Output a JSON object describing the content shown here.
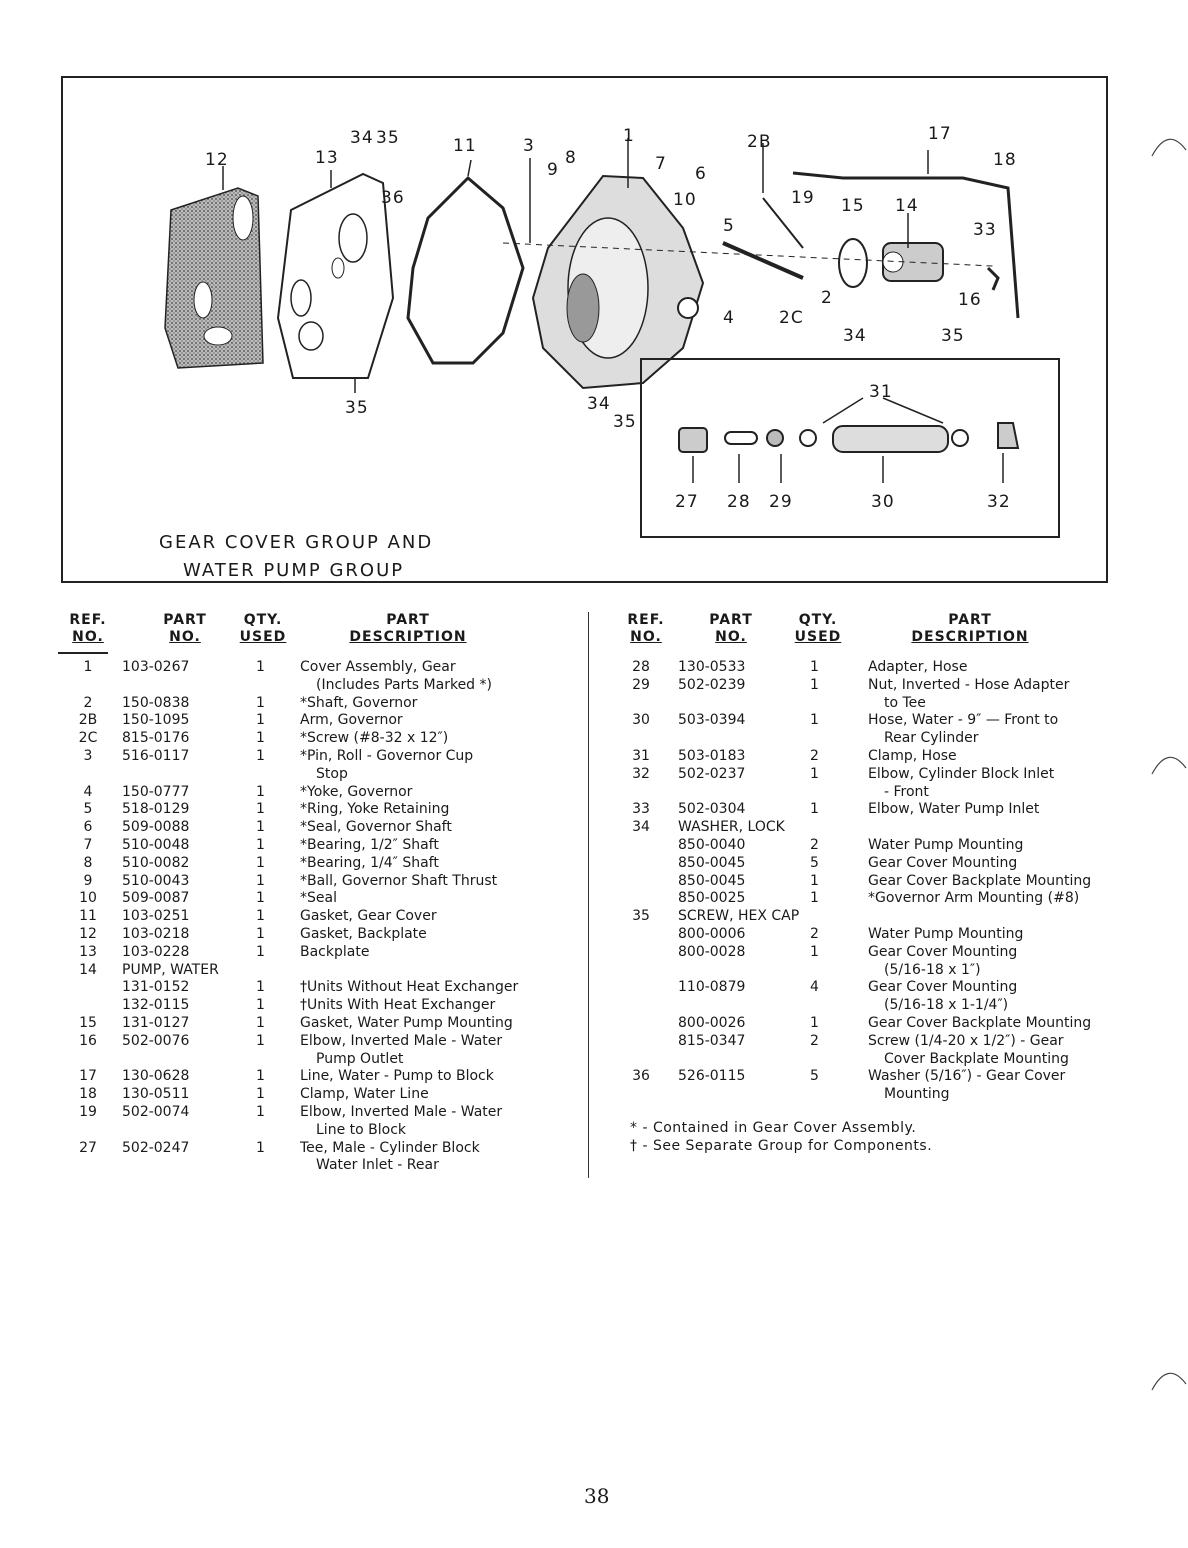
{
  "figure": {
    "title_line1": "GEAR COVER GROUP AND",
    "title_line2": "WATER PUMP GROUP",
    "callouts": [
      "12",
      "13",
      "34",
      "35",
      "11",
      "3",
      "9",
      "8",
      "1",
      "7",
      "6",
      "10",
      "2B",
      "19",
      "17",
      "18",
      "15",
      "14",
      "33",
      "5",
      "2",
      "2C",
      "4",
      "16",
      "34",
      "35",
      "36",
      "35",
      "34",
      "35",
      "31",
      "27",
      "28",
      "29",
      "30",
      "32"
    ]
  },
  "table_headers": {
    "ref_top": "REF.",
    "ref_bottom": "NO.",
    "part_top": "PART",
    "part_bottom": "NO.",
    "qty_top": "QTY.",
    "qty_bottom": "USED",
    "desc_top": "PART",
    "desc_bottom": "DESCRIPTION"
  },
  "left_rows": [
    {
      "ref": "1",
      "part": "103-0267",
      "qty": "1",
      "desc": "Cover Assembly, Gear"
    },
    {
      "ref": "",
      "part": "",
      "qty": "",
      "desc": "(Includes Parts Marked *)"
    },
    {
      "ref": "2",
      "part": "150-0838",
      "qty": "1",
      "desc": "*Shaft, Governor"
    },
    {
      "ref": "2B",
      "part": "150-1095",
      "qty": "1",
      "desc": "Arm, Governor"
    },
    {
      "ref": "2C",
      "part": "815-0176",
      "qty": "1",
      "desc": "*Screw (#8-32 x 12″)"
    },
    {
      "ref": "3",
      "part": "516-0117",
      "qty": "1",
      "desc": "*Pin, Roll - Governor Cup"
    },
    {
      "ref": "",
      "part": "",
      "qty": "",
      "desc": "Stop"
    },
    {
      "ref": "4",
      "part": "150-0777",
      "qty": "1",
      "desc": "*Yoke, Governor"
    },
    {
      "ref": "5",
      "part": "518-0129",
      "qty": "1",
      "desc": "*Ring, Yoke Retaining"
    },
    {
      "ref": "6",
      "part": "509-0088",
      "qty": "1",
      "desc": "*Seal, Governor Shaft"
    },
    {
      "ref": "7",
      "part": "510-0048",
      "qty": "1",
      "desc": "*Bearing, 1/2″ Shaft"
    },
    {
      "ref": "8",
      "part": "510-0082",
      "qty": "1",
      "desc": "*Bearing, 1/4″ Shaft"
    },
    {
      "ref": "9",
      "part": "510-0043",
      "qty": "1",
      "desc": "*Ball, Governor Shaft Thrust"
    },
    {
      "ref": "10",
      "part": "509-0087",
      "qty": "1",
      "desc": "*Seal"
    },
    {
      "ref": "11",
      "part": "103-0251",
      "qty": "1",
      "desc": "Gasket, Gear Cover"
    },
    {
      "ref": "12",
      "part": "103-0218",
      "qty": "1",
      "desc": "Gasket, Backplate"
    },
    {
      "ref": "13",
      "part": "103-0228",
      "qty": "1",
      "desc": "Backplate"
    },
    {
      "ref": "14",
      "part": "PUMP, WATER",
      "qty": "",
      "desc": ""
    },
    {
      "ref": "",
      "part": "131-0152",
      "qty": "1",
      "desc": "†Units Without Heat Exchanger"
    },
    {
      "ref": "",
      "part": "132-0115",
      "qty": "1",
      "desc": "†Units With Heat Exchanger"
    },
    {
      "ref": "15",
      "part": "131-0127",
      "qty": "1",
      "desc": "Gasket, Water Pump Mounting"
    },
    {
      "ref": "16",
      "part": "502-0076",
      "qty": "1",
      "desc": "Elbow, Inverted Male - Water"
    },
    {
      "ref": "",
      "part": "",
      "qty": "",
      "desc": "Pump Outlet"
    },
    {
      "ref": "17",
      "part": "130-0628",
      "qty": "1",
      "desc": "Line, Water - Pump to Block"
    },
    {
      "ref": "18",
      "part": "130-0511",
      "qty": "1",
      "desc": "Clamp, Water Line"
    },
    {
      "ref": "19",
      "part": "502-0074",
      "qty": "1",
      "desc": "Elbow, Inverted Male - Water"
    },
    {
      "ref": "",
      "part": "",
      "qty": "",
      "desc": "Line to Block"
    },
    {
      "ref": "27",
      "part": "502-0247",
      "qty": "1",
      "desc": "Tee, Male - Cylinder Block"
    },
    {
      "ref": "",
      "part": "",
      "qty": "",
      "desc": "Water Inlet - Rear"
    }
  ],
  "right_rows": [
    {
      "ref": "28",
      "part": "130-0533",
      "qty": "1",
      "desc": "Adapter, Hose"
    },
    {
      "ref": "29",
      "part": "502-0239",
      "qty": "1",
      "desc": "Nut, Inverted - Hose Adapter"
    },
    {
      "ref": "",
      "part": "",
      "qty": "",
      "desc": "to Tee"
    },
    {
      "ref": "30",
      "part": "503-0394",
      "qty": "1",
      "desc": "Hose, Water - 9″ — Front to"
    },
    {
      "ref": "",
      "part": "",
      "qty": "",
      "desc": "Rear Cylinder"
    },
    {
      "ref": "31",
      "part": "503-0183",
      "qty": "2",
      "desc": "Clamp, Hose"
    },
    {
      "ref": "32",
      "part": "502-0237",
      "qty": "1",
      "desc": "Elbow, Cylinder Block Inlet"
    },
    {
      "ref": "",
      "part": "",
      "qty": "",
      "desc": "- Front"
    },
    {
      "ref": "33",
      "part": "502-0304",
      "qty": "1",
      "desc": "Elbow, Water Pump Inlet"
    },
    {
      "ref": "34",
      "part": "WASHER, LOCK",
      "qty": "",
      "desc": ""
    },
    {
      "ref": "",
      "part": "850-0040",
      "qty": "2",
      "desc": "Water Pump Mounting"
    },
    {
      "ref": "",
      "part": "850-0045",
      "qty": "5",
      "desc": "Gear Cover Mounting"
    },
    {
      "ref": "",
      "part": "850-0045",
      "qty": "1",
      "desc": "Gear Cover Backplate Mounting"
    },
    {
      "ref": "",
      "part": "850-0025",
      "qty": "1",
      "desc": "*Governor Arm Mounting (#8)"
    },
    {
      "ref": "35",
      "part": "SCREW, HEX CAP",
      "qty": "",
      "desc": ""
    },
    {
      "ref": "",
      "part": "800-0006",
      "qty": "2",
      "desc": "Water Pump Mounting"
    },
    {
      "ref": "",
      "part": "800-0028",
      "qty": "1",
      "desc": "Gear Cover Mounting"
    },
    {
      "ref": "",
      "part": "",
      "qty": "",
      "desc": "(5/16-18 x 1″)"
    },
    {
      "ref": "",
      "part": "110-0879",
      "qty": "4",
      "desc": "Gear Cover Mounting"
    },
    {
      "ref": "",
      "part": "",
      "qty": "",
      "desc": "(5/16-18 x 1-1/4″)"
    },
    {
      "ref": "",
      "part": "800-0026",
      "qty": "1",
      "desc": "Gear Cover Backplate Mounting"
    },
    {
      "ref": "",
      "part": "815-0347",
      "qty": "2",
      "desc": "Screw (1/4-20 x 1/2″) - Gear"
    },
    {
      "ref": "",
      "part": "",
      "qty": "",
      "desc": "Cover Backplate Mounting"
    },
    {
      "ref": "36",
      "part": "526-0115",
      "qty": "5",
      "desc": "Washer (5/16″) - Gear Cover"
    },
    {
      "ref": "",
      "part": "",
      "qty": "",
      "desc": "Mounting"
    }
  ],
  "footnotes": {
    "star": "* - Contained in Gear Cover Assembly.",
    "dagger": "† - See Separate Group for Components."
  },
  "page_number": "38"
}
